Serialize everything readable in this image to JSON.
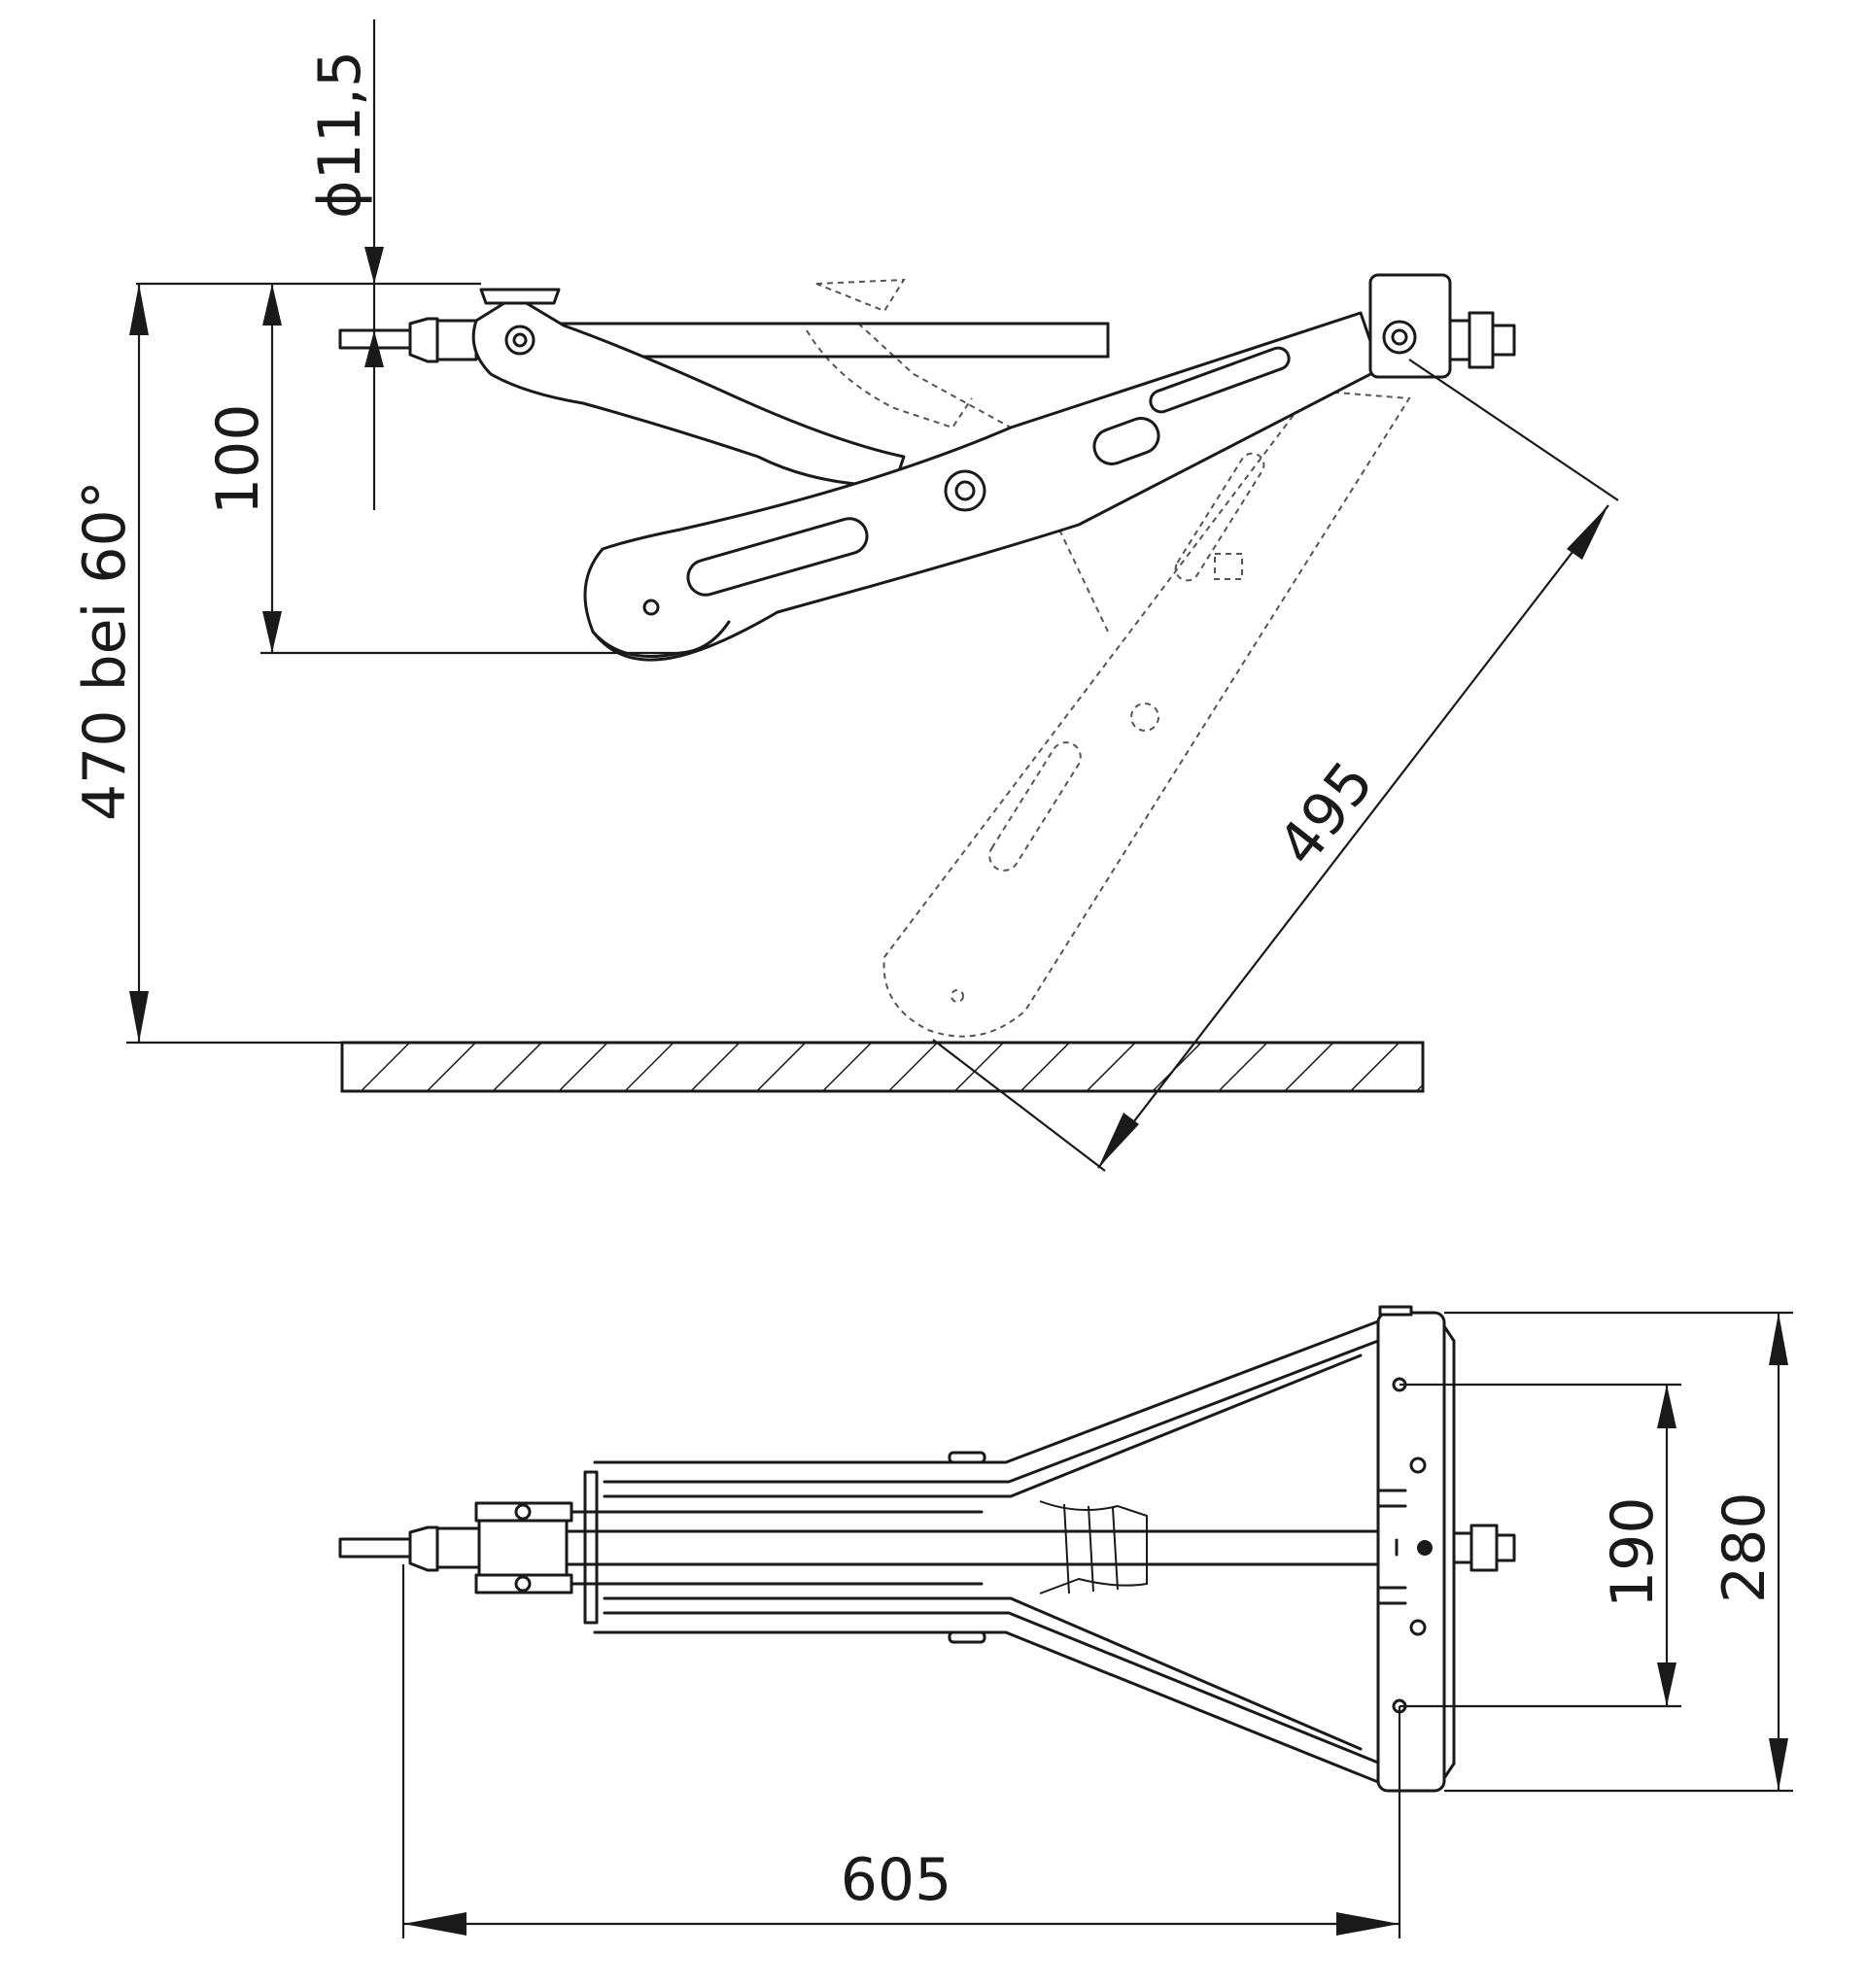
{
  "dimensions": {
    "bolt_diameter": "ϕ11,5",
    "offset_height": "100",
    "total_height": "470 bei 60°",
    "support_length": "495",
    "inner_width": "190",
    "outer_width": "280",
    "total_length": "605"
  },
  "colors": {
    "line": "#1a1a1a",
    "background": "#ffffff"
  }
}
